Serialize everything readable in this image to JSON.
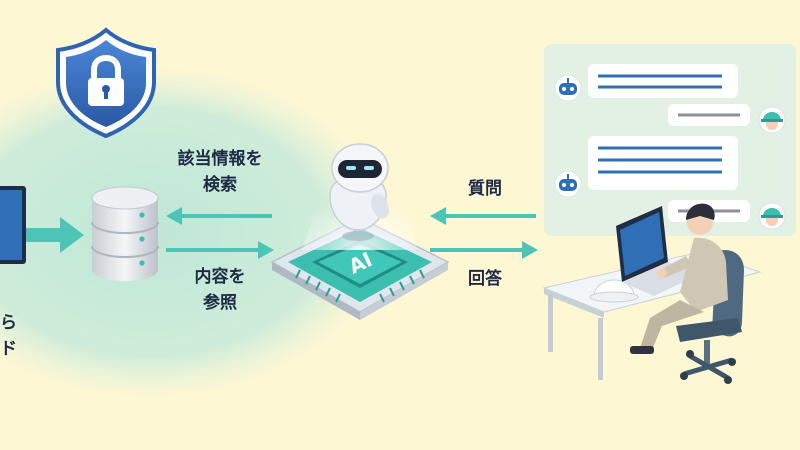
{
  "colors": {
    "background": "#fdf7d4",
    "glow": "#bfe7d6",
    "arrow": "#4dc5b6",
    "chat_panel": "#e3f0e4",
    "chat_line": "#2f6fb5",
    "reply_line": "#8e9296",
    "text": "#1e2a44",
    "shield": "#2f64b5",
    "chip": "#3dbfb0",
    "monitor": "#2f6fb5",
    "desk": "#e9edf1",
    "chair": "#4f6a80",
    "worker_clothes": "#cfc6b3"
  },
  "icons": {
    "shield": "shield-lock-icon",
    "database": "database-server-icon",
    "robot": "ai-robot-icon",
    "chip": "ai-chip-icon",
    "bot_avatar": "robot-avatar-icon",
    "user_avatar": "helmet-worker-avatar-icon",
    "monitor": "monitor-icon"
  },
  "labels": {
    "search": [
      "該当情報を",
      "検索"
    ],
    "refer": [
      "内容を",
      "参照"
    ],
    "question": "質問",
    "answer": "回答",
    "left_cut": [
      "ら",
      "ド"
    ]
  },
  "chip_text": "AI"
}
